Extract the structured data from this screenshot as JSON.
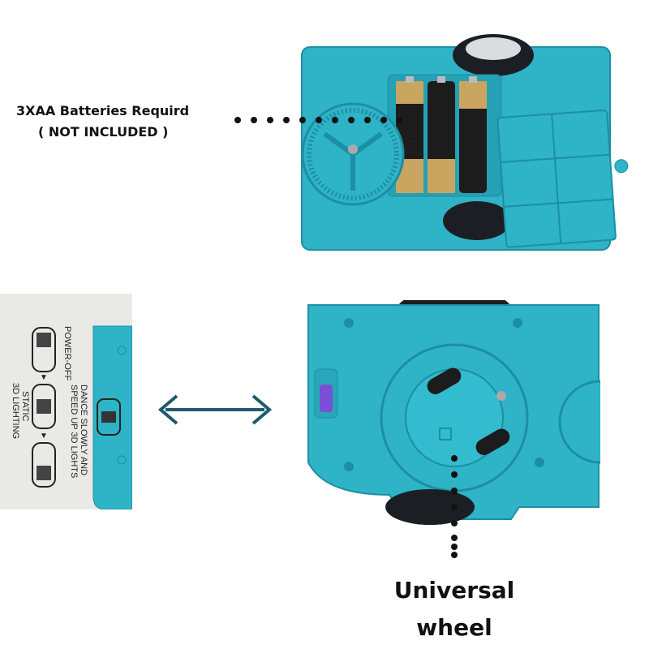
{
  "battery_note": {
    "line1": "3XAA Batteries Requird",
    "line2": "( NOT INCLUDED )"
  },
  "wheel_note": {
    "line1": "Universal",
    "line2": "wheel"
  },
  "switch_panel": {
    "power_off": "POWER-OFF",
    "dance_line1": "DANCE SLOWLY AND",
    "dance_line2": "SPEED UP 3D LIGHTS",
    "static_line1": "STATIC",
    "static_line2": "3D LIGHTING"
  },
  "battery_labels": {
    "left_battery": "ULTRA",
    "right_battery": "DURACELL"
  },
  "colors": {
    "toy_body": "#2fb3c7",
    "toy_dark": "#1c8fa2",
    "arrow": "#1e5a6e",
    "switch_purple": "#7b4fd6",
    "dots": "#111111"
  }
}
